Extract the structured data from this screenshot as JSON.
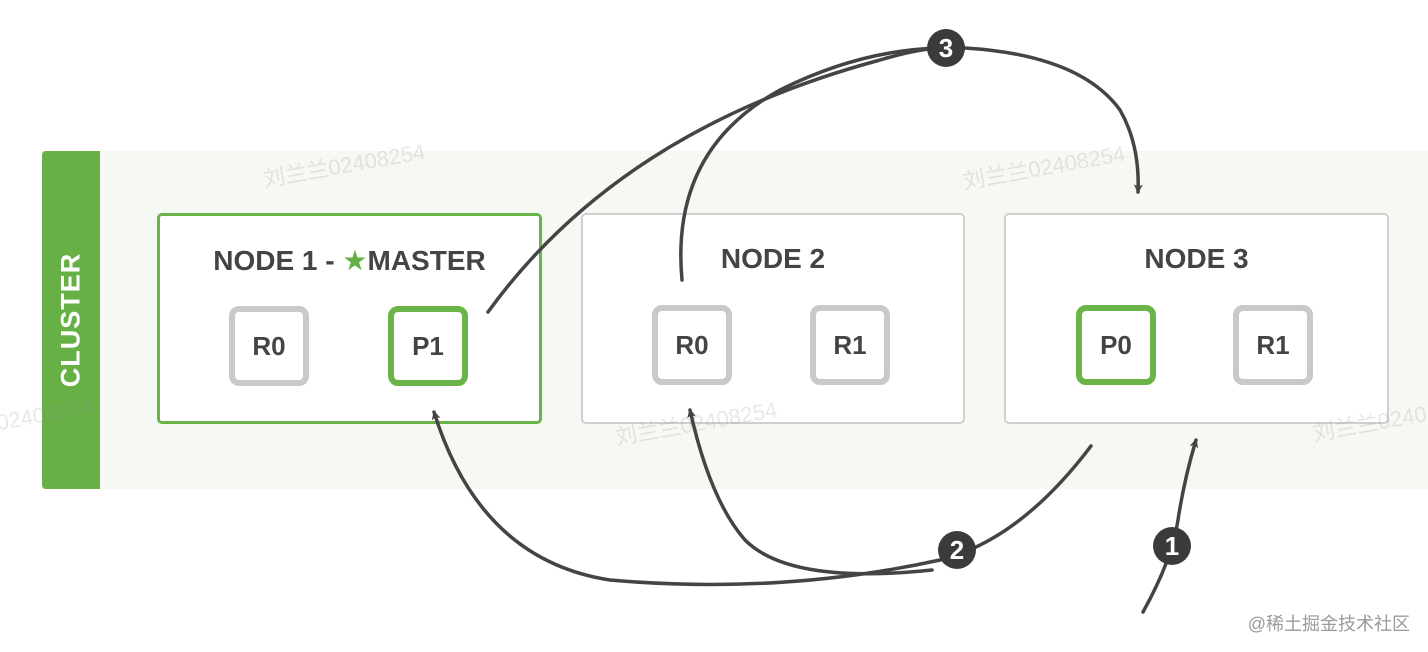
{
  "cluster": {
    "label": "CLUSTER"
  },
  "nodes": [
    {
      "title_prefix": "NODE 1 - ",
      "star": "★",
      "title_suffix": "MASTER",
      "shards": [
        {
          "label": "R0",
          "kind": "replica"
        },
        {
          "label": "P1",
          "kind": "primary"
        }
      ]
    },
    {
      "title": "NODE 2",
      "shards": [
        {
          "label": "R0",
          "kind": "replica"
        },
        {
          "label": "R1",
          "kind": "replica"
        }
      ]
    },
    {
      "title": "NODE 3",
      "shards": [
        {
          "label": "P0",
          "kind": "primary"
        },
        {
          "label": "R1",
          "kind": "replica"
        }
      ]
    }
  ],
  "steps": [
    "1",
    "2",
    "3"
  ],
  "watermarks": [
    "刘兰兰02408254",
    "刘兰兰02408254",
    "02408254",
    "刘兰兰02408254",
    "刘兰兰0240"
  ],
  "brand": "@稀土掘金技术社区",
  "colors": {
    "primary_green": "#67b045",
    "replica_gray": "#c9c9c9",
    "arrow": "#444444"
  }
}
